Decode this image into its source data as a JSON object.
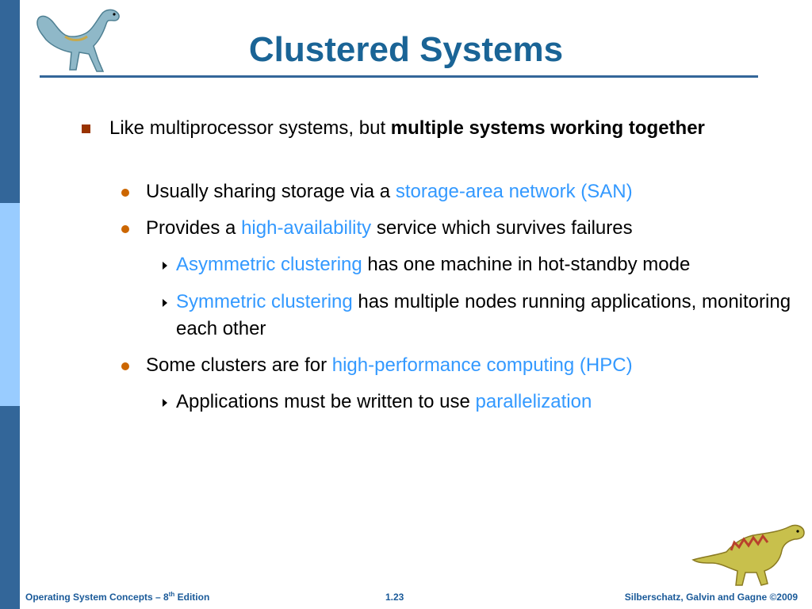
{
  "slide": {
    "title": "Clustered Systems",
    "bullets": {
      "b1": {
        "text_a": "Like multiprocessor systems, but ",
        "bold": "multiple systems working together"
      },
      "b1_1": {
        "text_a": "Usually sharing storage via a ",
        "hl": "storage-area network (SAN)"
      },
      "b1_2": {
        "text_a": "Provides a ",
        "hl": "high-availability",
        "text_b": " service which survives failures"
      },
      "b1_2_1": {
        "hl": "Asymmetric clustering",
        "text_b": " has one machine in hot-standby mode"
      },
      "b1_2_2": {
        "hl": "Symmetric clustering",
        "text_b": " has multiple nodes running applications, monitoring each other"
      },
      "b1_3": {
        "text_a": "Some clusters are for ",
        "hl": "high-performance computing (HPC)"
      },
      "b1_3_1": {
        "text_a": "Applications must be written to use ",
        "hl": "parallelization"
      }
    }
  },
  "footer": {
    "left_a": "Operating System Concepts – 8",
    "left_sup": "th",
    "left_b": " Edition",
    "page": "1.23",
    "right": "Silberschatz, Galvin and Gagne ©2009"
  },
  "colors": {
    "title": "#1a6496",
    "highlight": "#3399ff",
    "stripe_dark": "#336699",
    "stripe_light": "#99ccff"
  },
  "icons": [
    "dinosaur-logo-top",
    "dinosaur-logo-bottom",
    "square-bullet",
    "round-bullet",
    "arrow-bullet"
  ]
}
